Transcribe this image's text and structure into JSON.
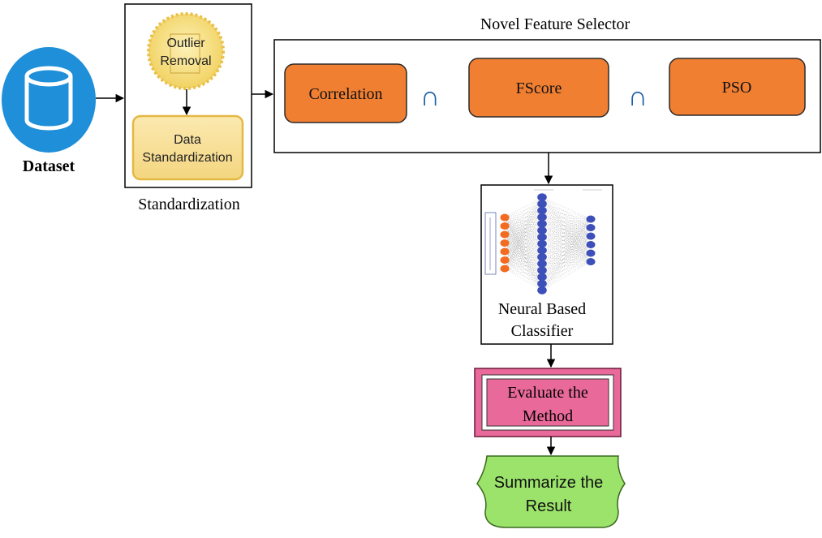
{
  "dataset": {
    "label": "Dataset"
  },
  "standardization": {
    "title": "Standardization",
    "outlier_line1": "Outlier",
    "outlier_line2": "Removal",
    "data_line1": "Data",
    "data_line2": "Standardization"
  },
  "feature_selector": {
    "title": "Novel Feature Selector",
    "methods": [
      "Correlation",
      "FScore",
      "PSO"
    ],
    "operator": "∩"
  },
  "classifier": {
    "line1": "Neural Based",
    "line2": "Classifier"
  },
  "evaluate": {
    "line1": "Evaluate the",
    "line2": "Method"
  },
  "summarize": {
    "line1": "Summarize the",
    "line2": "Result"
  },
  "colors": {
    "dataset_blue": "#1e8fd8",
    "method_orange": "#f07f32",
    "box_yellow": "#f7e2a2",
    "seal_gold": "#f2d469",
    "evaluate_pink": "#e96a9a",
    "summarize_green": "#9be36b",
    "nn_orange": "#f26b21",
    "nn_blue": "#3d4fb8"
  }
}
